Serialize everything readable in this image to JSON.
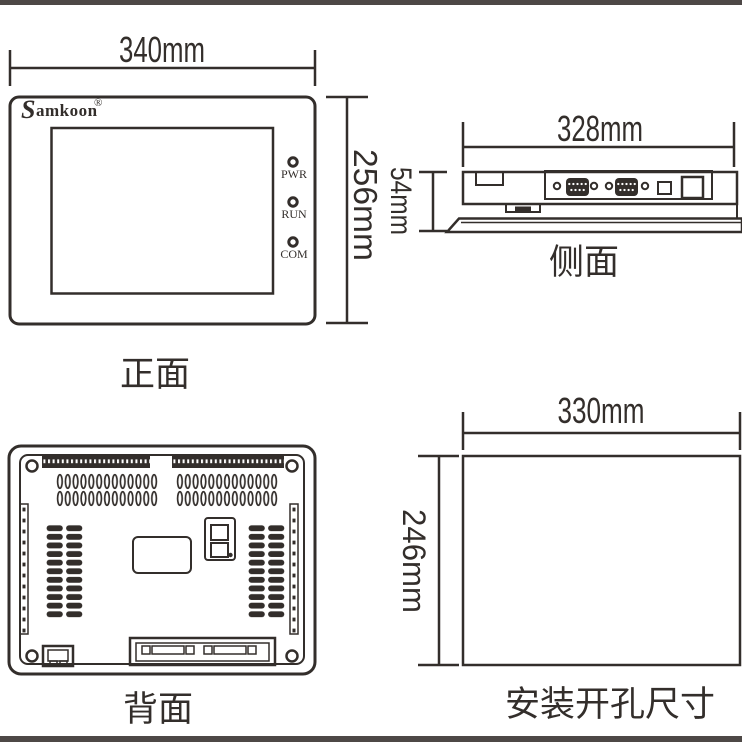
{
  "colors": {
    "line": "#332e2b",
    "edge_bar": "#4d4846",
    "background": "#ffffff"
  },
  "front_view": {
    "label": "正面",
    "width_dim": "340mm",
    "height_dim": "256mm",
    "brand_initial": "S",
    "brand_rest": "amkoon",
    "brand_reg": "®",
    "leds": [
      {
        "label": "PWR"
      },
      {
        "label": "RUN"
      },
      {
        "label": "COM"
      }
    ]
  },
  "side_view": {
    "label": "侧面",
    "width_dim": "328mm",
    "height_dim": "54mm"
  },
  "back_view": {
    "label": "背面"
  },
  "cutout_view": {
    "label": "安装开孔尺寸",
    "width_dim": "330mm",
    "height_dim": "246mm"
  }
}
